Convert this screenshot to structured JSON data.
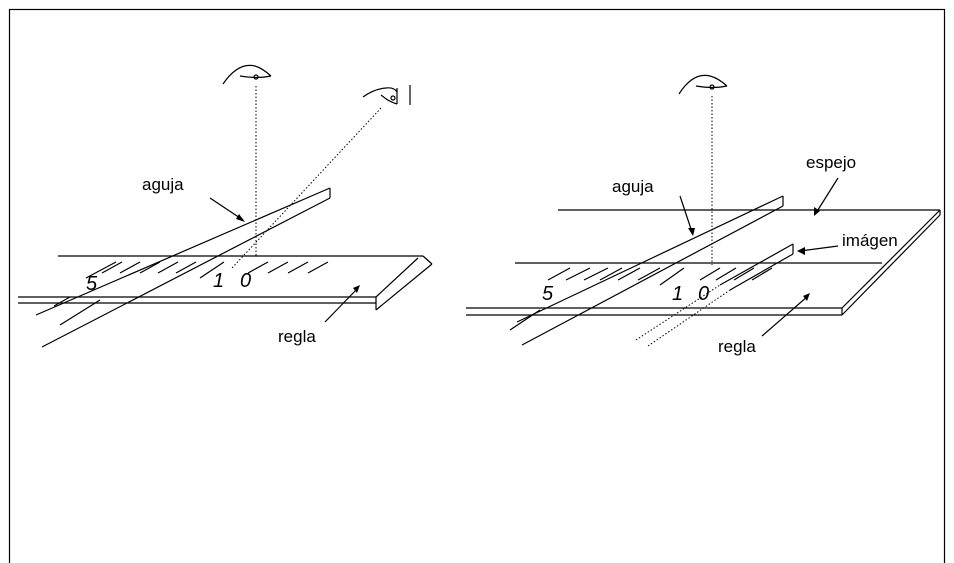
{
  "left_diagram": {
    "labels": {
      "needle": "aguja",
      "ruler": "regla"
    },
    "scale_digits": {
      "five": "5",
      "ten_one": "1",
      "ten_zero": "0"
    }
  },
  "right_diagram": {
    "labels": {
      "needle": "aguja",
      "mirror": "espejo",
      "image": "imágen",
      "ruler": "regla"
    },
    "scale_digits": {
      "five": "5",
      "ten_one": "1",
      "ten_zero": "0"
    }
  },
  "icons": [
    "eye-icon"
  ]
}
